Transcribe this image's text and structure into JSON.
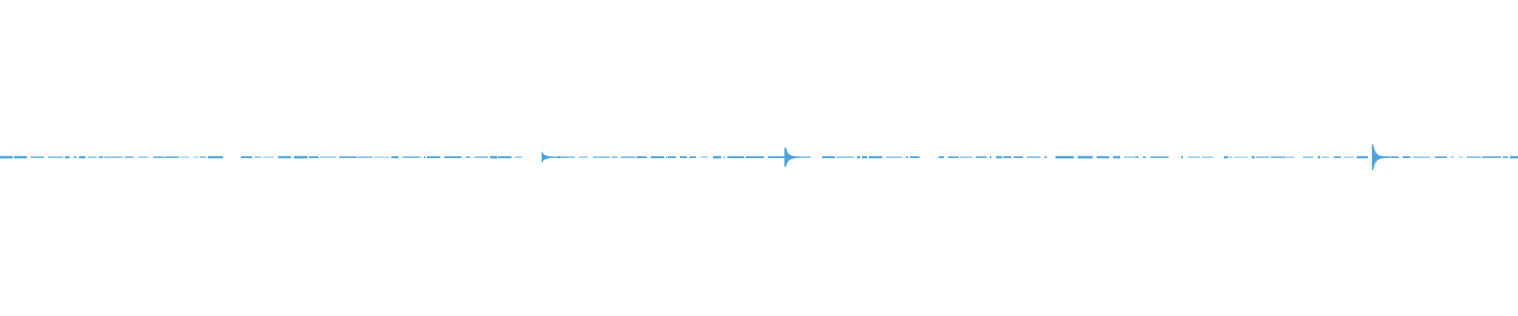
{
  "waveform": {
    "wave_color": "#4aa3df",
    "background_color": "#ffffff",
    "transients": [
      {
        "position": 0.357,
        "amplitude": 0.19
      },
      {
        "position": 0.517,
        "amplitude": 0.42
      },
      {
        "position": 0.904,
        "amplitude": 0.52
      }
    ]
  }
}
